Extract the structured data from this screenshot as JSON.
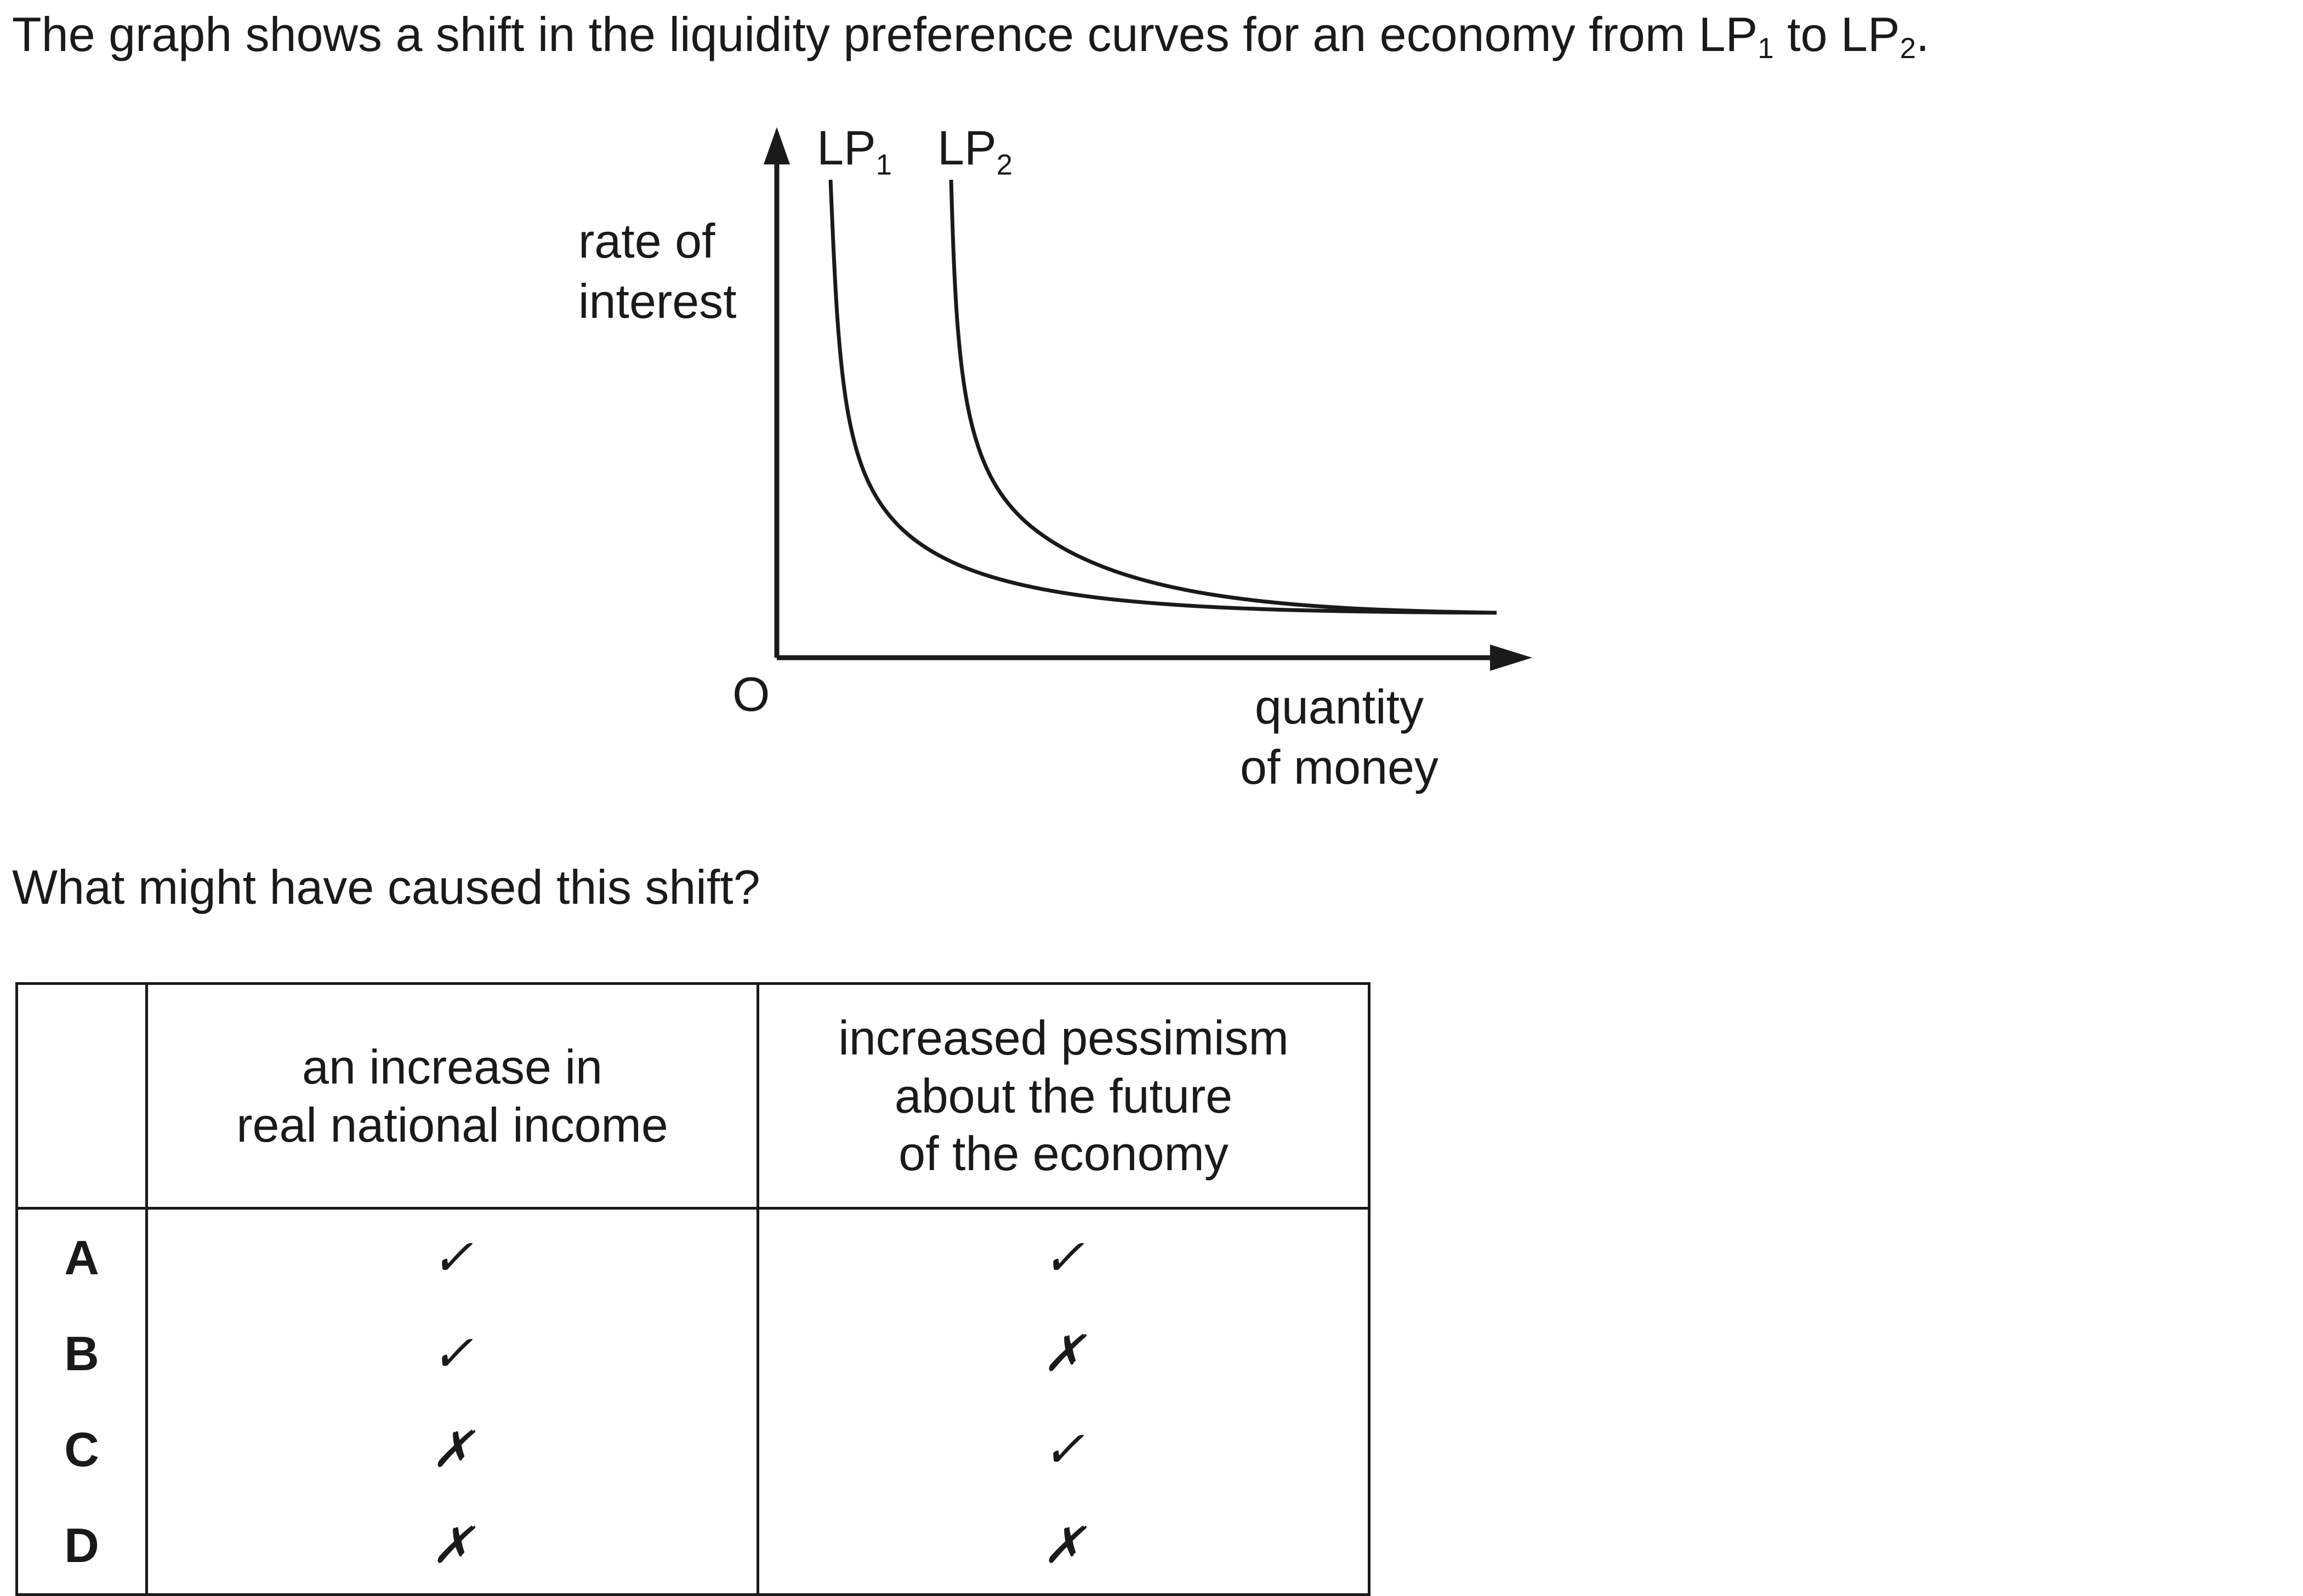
{
  "intro": {
    "text": "The graph shows a shift in the liquidity preference curves for an economy from LP",
    "sub1": "1",
    "to": " to LP",
    "sub2": "2",
    "end": "."
  },
  "graph": {
    "y_axis_label_line1": "rate of",
    "y_axis_label_line2": "interest",
    "x_axis_label_line1": "quantity",
    "x_axis_label_line2": "of money",
    "origin_label": "O",
    "curve1": {
      "name": "LP",
      "sub": "1"
    },
    "curve2": {
      "name": "LP",
      "sub": "2"
    },
    "line_color": "#1a1a1a"
  },
  "question": "What might have caused this shift?",
  "table": {
    "header": {
      "col1": "an increase in\nreal national income",
      "col2": "increased pessimism\nabout the future\nof the economy"
    },
    "rows": [
      {
        "letter": "A",
        "col1": "✓",
        "col2": "✓"
      },
      {
        "letter": "B",
        "col1": "✓",
        "col2": "✗"
      },
      {
        "letter": "C",
        "col1": "✗",
        "col2": "✓"
      },
      {
        "letter": "D",
        "col1": "✗",
        "col2": "✗"
      }
    ]
  }
}
